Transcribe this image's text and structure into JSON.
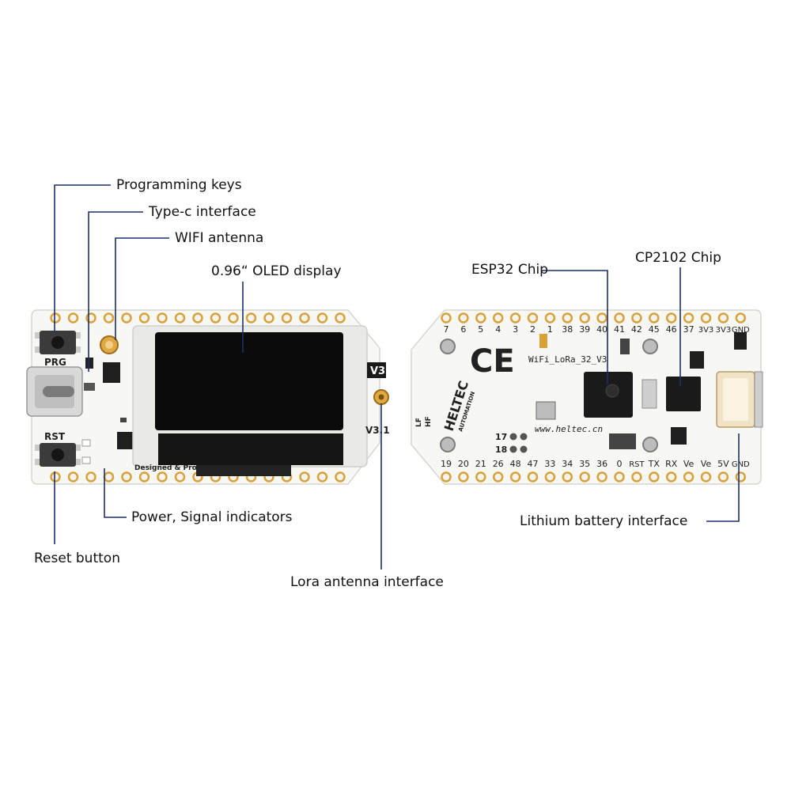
{
  "callouts": {
    "programming_keys": "Programming keys",
    "type_c": "Type-c interface",
    "wifi_antenna": "WIFI antenna",
    "oled_display": "0.96“ OLED display",
    "power_signal": "Power, Signal indicators",
    "reset_button": "Reset button",
    "lora_antenna": "Lora antenna interface",
    "esp32_chip": "ESP32 Chip",
    "cp2102_chip": "CP2102 Chip",
    "lithium_battery": "Lithium battery interface"
  },
  "front_board": {
    "prg_label": "PRG",
    "rst_label": "RST",
    "v3_badge": "V3",
    "version": "V3.1",
    "credit": "Designed & Produce"
  },
  "back_board": {
    "brand": "HELTEC",
    "brand_sub": "AUTOMATION",
    "ce_mark": "CE",
    "model": "WiFi_LoRa_32_V3",
    "website": "www.heltec.cn",
    "pin_17": "17",
    "pin_18": "18",
    "lf_label": "LF",
    "hf_label": "HF",
    "top_pins": [
      "7",
      "6",
      "5",
      "4",
      "3",
      "2",
      "1",
      "38",
      "39",
      "40",
      "41",
      "42",
      "45",
      "46",
      "37",
      "3V3",
      "3V3",
      "GND"
    ],
    "bottom_pins": [
      "19",
      "20",
      "21",
      "26",
      "48",
      "47",
      "33",
      "34",
      "35",
      "36",
      "0",
      "RST",
      "TX",
      "RX",
      "Ve",
      "Ve",
      "5V",
      "GND"
    ]
  },
  "colors": {
    "leader_line": "#1f2f6b",
    "board_white": "#f7f7f4",
    "gold_pad": "#d8a13a",
    "oled_black": "#0b0b0b",
    "chip_black": "#1a1a1a"
  },
  "icons": {
    "usb": "usb-c-connector-icon",
    "antenna": "ufl-antenna-connector-icon"
  }
}
